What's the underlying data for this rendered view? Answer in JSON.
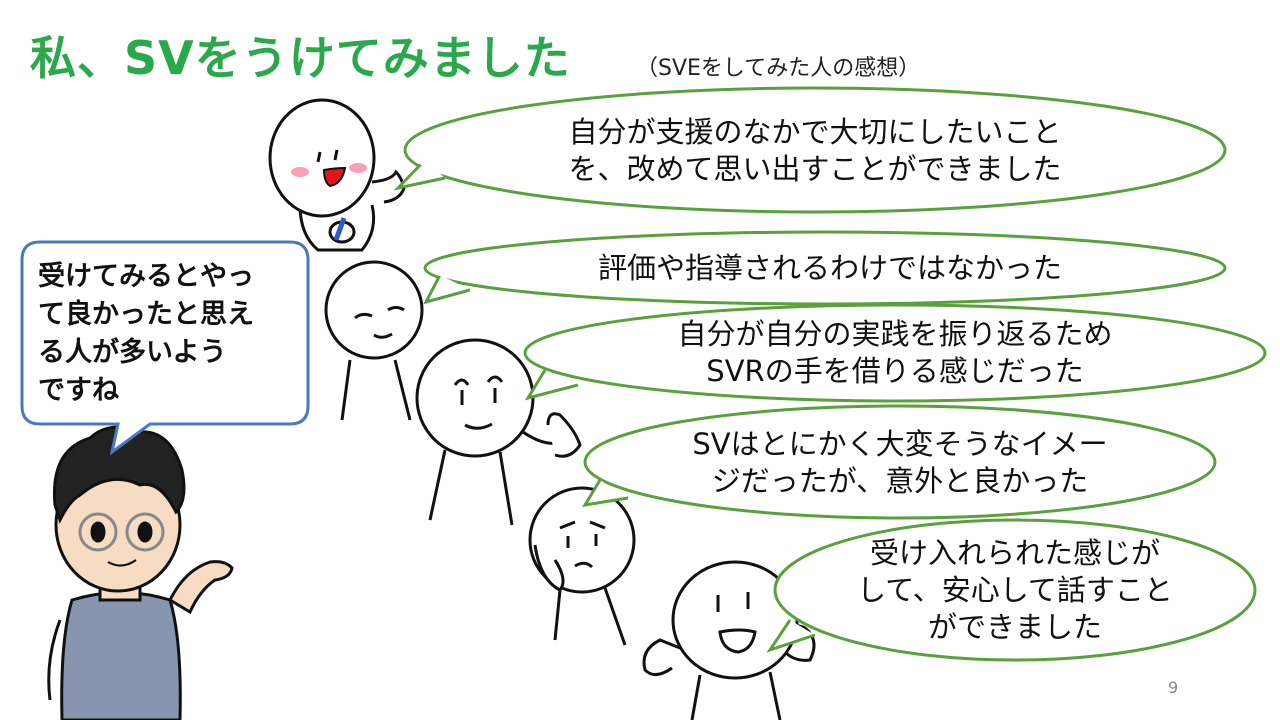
{
  "slide": {
    "title": "私、SVをうけてみました",
    "subtitle": "（SVEをしてみた人の感想）",
    "page_number": "9",
    "accent_color": "#2aa84a",
    "bubble_border_color": "#5aa03c",
    "presenter_bubble_color": "#4a78c0"
  },
  "presenter_bubble": {
    "lines": [
      "受けてみるとやっ",
      "て良かったと思え",
      "る人が多いよう",
      "ですね"
    ]
  },
  "comments": [
    {
      "lines": [
        "自分が支援のなかで大切にしたいこと",
        "を、改めて思い出すことができました"
      ]
    },
    {
      "lines": [
        "評価や指導されるわけではなかった"
      ]
    },
    {
      "lines": [
        "自分が自分の実践を振り返るため",
        "SVRの手を借りる感じだった"
      ]
    },
    {
      "lines": [
        "SVはとにかく大変そうなイメー",
        "ジだったが、意外と良かった"
      ]
    },
    {
      "lines": [
        "受け入れられた感じが",
        "して、安心して話すこと",
        "ができました"
      ]
    }
  ],
  "characters": [
    {
      "icon": "happy-face-icon"
    },
    {
      "icon": "content-face-icon"
    },
    {
      "icon": "smiling-face-icon"
    },
    {
      "icon": "thinking-face-icon"
    },
    {
      "icon": "cheering-face-icon"
    },
    {
      "icon": "presenter-man-icon"
    }
  ]
}
